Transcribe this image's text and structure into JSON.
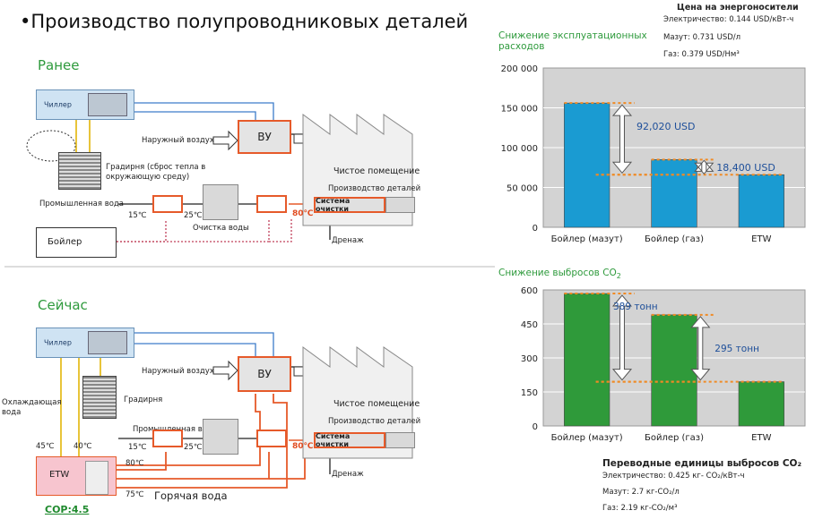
{
  "title": "•Производство полупроводниковых деталей",
  "before": {
    "heading": "Ранее",
    "chiller": "Чиллер",
    "outside_air": "Наружный воздух",
    "vu": "ВУ",
    "cooling_tower": "Градирня (сброс тепла в окружающую среду)",
    "industrial_water": "Промышленная вода",
    "t15": "15℃",
    "t25": "25℃",
    "water_treatment": "Очистка воды",
    "t80": "80℃",
    "cleanroom": "Чистое помещение",
    "parts_production": "Производство деталей",
    "cleaning_system": "Система очистки",
    "drain": "Дренаж",
    "boiler": "Бойлер"
  },
  "now": {
    "heading": "Сейчас",
    "chiller": "Чиллер",
    "outside_air": "Наружный воздух",
    "vu": "ВУ",
    "cooling_water": "Охлаждающая вода",
    "cooling_tower": "Градирня",
    "t45": "45℃",
    "t40": "40℃",
    "industrial_water": "Промышленная вода",
    "t15": "15℃",
    "t25": "25℃",
    "t80a": "80℃",
    "t80b": "80℃",
    "t75": "75℃",
    "cleanroom": "Чистое помещение",
    "parts_production": "Производство деталей",
    "cleaning_system": "Система очистки",
    "drain": "Дренаж",
    "etw": "ETW",
    "hot_water": "Горячая вода",
    "cop": "COP:4.5"
  },
  "energy_prices": {
    "title": "Цена на энергоносители",
    "electricity": "Электричество:   0.144 USD/кВт-ч",
    "fuel_oil": "Мазут:   0.731 USD/л",
    "gas": "Газ:   0.379 USD/Нм³"
  },
  "co2_units": {
    "title": "Переводные единицы выбросов CO₂",
    "electricity": "Электричество:   0.425 кг- CO₂/кВт-ч",
    "fuel_oil": "Мазут:   2.7 кг-CO₂/л",
    "gas": "Газ:   2.19 кг-CO₂/м³"
  },
  "colors": {
    "accent_green": "#2e9a3c",
    "bar_blue": "#1a9bd2",
    "bar_green": "#2f9a3a",
    "pipe_orange": "#e65a2a",
    "pipe_blue": "#3d7cc9",
    "chart_bg": "#d3d3d3"
  },
  "chart_data": [
    {
      "type": "bar",
      "title": "Снижение эксплуатационных расходов",
      "categories": [
        "Бойлер (мазут)",
        "Бойлер (газ)",
        "ETW"
      ],
      "values": [
        156000,
        85000,
        66000
      ],
      "ylim": [
        0,
        200000
      ],
      "yticks": [
        "0",
        "50 000",
        "100 000",
        "150 000",
        "200 000"
      ],
      "annotations": [
        "92,020 USD",
        "18,400 USD"
      ],
      "grid": true
    },
    {
      "type": "bar",
      "title": "Снижение выбросов CO",
      "title_sub": "2",
      "categories": [
        "Бойлер (мазут)",
        "Бойлер (газ)",
        "ETW"
      ],
      "values": [
        584,
        490,
        195
      ],
      "ylim": [
        0,
        600
      ],
      "yticks": [
        "0",
        "150",
        "300",
        "450",
        "600"
      ],
      "annotations": [
        "389 тонн",
        "295 тонн"
      ],
      "grid": true
    }
  ]
}
